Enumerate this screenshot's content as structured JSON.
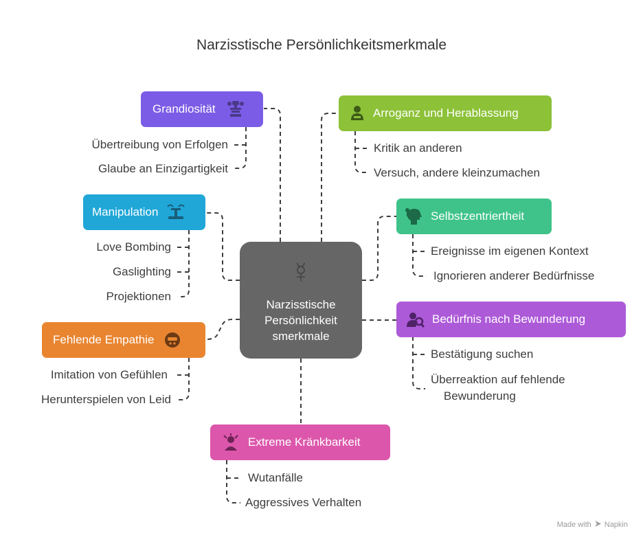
{
  "title": "Narzisstische Persönlichkeitsmerkmale",
  "center": {
    "label": "Narzisstische Persönlichkeit smerkmale",
    "line1": "Narzisstische",
    "line2": "Persönlichkeit",
    "line3": "smerkmale",
    "icon": "mercury-symbol-icon"
  },
  "branches": {
    "grandiositaet": {
      "label": "Grandiosität",
      "color": "#7b5ce6",
      "icon": "trophy-stack-icon",
      "items": [
        "Übertreibung von Erfolgen",
        "Glaube an Einzigartigkeit"
      ]
    },
    "manipulation": {
      "label": "Manipulation",
      "color": "#20a7d8",
      "icon": "puppet-control-icon",
      "items": [
        "Love Bombing",
        "Gaslighting",
        "Projektionen"
      ]
    },
    "empathie": {
      "label": "Fehlende Empathie",
      "color": "#e98530",
      "icon": "masked-face-icon",
      "items": [
        "Imitation von Gefühlen",
        "Herunterspielen von Leid"
      ]
    },
    "kraenkbarkeit": {
      "label": "Extreme Kränkbarkeit",
      "color": "#dc57ab",
      "icon": "angry-person-icon",
      "items": [
        "Wutanfälle",
        "Aggressives Verhalten"
      ]
    },
    "arroganz": {
      "label": "Arroganz und Herablassung",
      "color": "#8cc138",
      "icon": "person-desk-icon",
      "items": [
        "Kritik an anderen",
        "Versuch, andere kleinzumachen"
      ]
    },
    "selbst": {
      "label": "Selbstzentriertheit",
      "color": "#3fc38a",
      "icon": "head-mind-icon",
      "items": [
        "Ereignisse im eigenen Kontext",
        "Ignorieren anderer Bedürfnisse"
      ]
    },
    "bewunderung": {
      "label": "Bedürfnis nach Bewunderung",
      "color": "#ad5ad8",
      "icon": "user-search-icon",
      "items": [
        "Bestätigung suchen",
        "Überreaktion auf fehlende Bewunderung"
      ],
      "item_lines": [
        "Überreaktion auf fehlende",
        "Bewunderung"
      ]
    }
  },
  "footer": {
    "made_with": "Made with",
    "brand": "Napkin"
  }
}
